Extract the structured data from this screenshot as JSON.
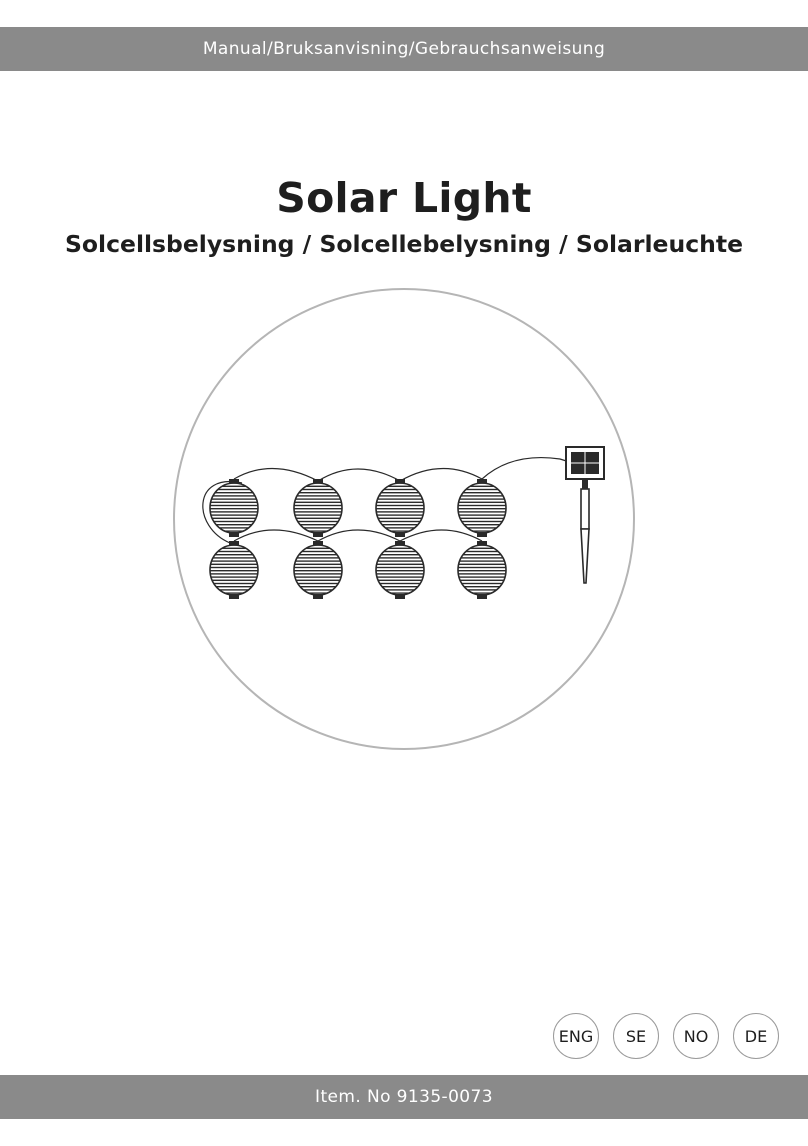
{
  "header": {
    "manual_label": "Manual/Bruksanvisning/Gebrauchsanweisung"
  },
  "title": {
    "main": "Solar Light",
    "subtitle": "Solcellsbelysning / Solcellebelysning / Solarleuchte"
  },
  "illustration": {
    "icon": "solar-string-lights-illustration",
    "lantern_count": 8
  },
  "languages": [
    {
      "label": "ENG"
    },
    {
      "label": "SE"
    },
    {
      "label": "NO"
    },
    {
      "label": "DE"
    }
  ],
  "footer": {
    "item_number": "Item. No 9135-0073"
  },
  "colors": {
    "bar": "#8a8a8a",
    "text": "#1e1e1e",
    "circle": "#b5b5b5"
  }
}
